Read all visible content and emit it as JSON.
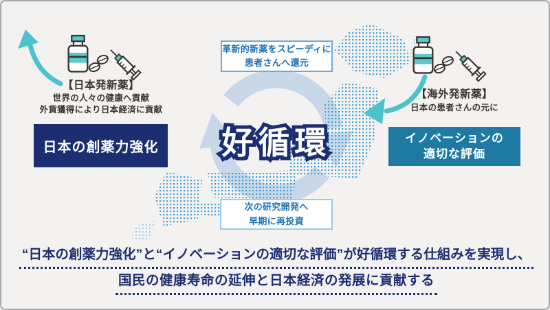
{
  "diagram_title": "好循環",
  "left": {
    "heading": "【日本発新薬】",
    "sub1": "世界の人々の健康へ貢献",
    "sub2": "外貨獲得により日本経済に貢献",
    "box": "日本の創薬力強化"
  },
  "right": {
    "heading": "【海外発新薬】",
    "sub1": "日本の患者さんの元に",
    "box_line1": "イノベーションの",
    "box_line2": "適切な評価"
  },
  "cycle": {
    "title": "好循環",
    "top_line1": "革新的新薬をスピーディに",
    "top_line2": "患者さんへ還元",
    "bottom_line1": "次の研究開発へ",
    "bottom_line2": "早期に再投資"
  },
  "footer": {
    "line1": "“日本の創薬力強化”と“イノベーションの適切な評価”が好循環する仕組みを実現し、",
    "line2": "国民の健康寿命の延伸と日本経済の発展に貢献する"
  },
  "icons": {
    "left_arrow": "curved-arrow-up-left-icon",
    "right_arrow": "curved-arrow-down-left-icon",
    "medicine": "medicine-bottle-pills-syringe-icon",
    "cycle_ring": "cycle-arrows-icon",
    "map": "japan-dotted-map"
  },
  "colors": {
    "background": "#f3f2f1",
    "frame_border": "#a9a9a9",
    "navy": "#1c2e72",
    "teal_box": "#1e7aa2",
    "teal_arrow": "#4cc2ca",
    "ring": "#c8d8e9",
    "map_dots": "#45a2d9",
    "map_dots_light": "#9ecfeb",
    "flow_text": "#1e73b8",
    "flow_border_top": "#6aabdc",
    "flow_border_bottom": "#9ccae8",
    "dark_text": "#3a342f",
    "bottle_teal": "#5bc8ce"
  }
}
